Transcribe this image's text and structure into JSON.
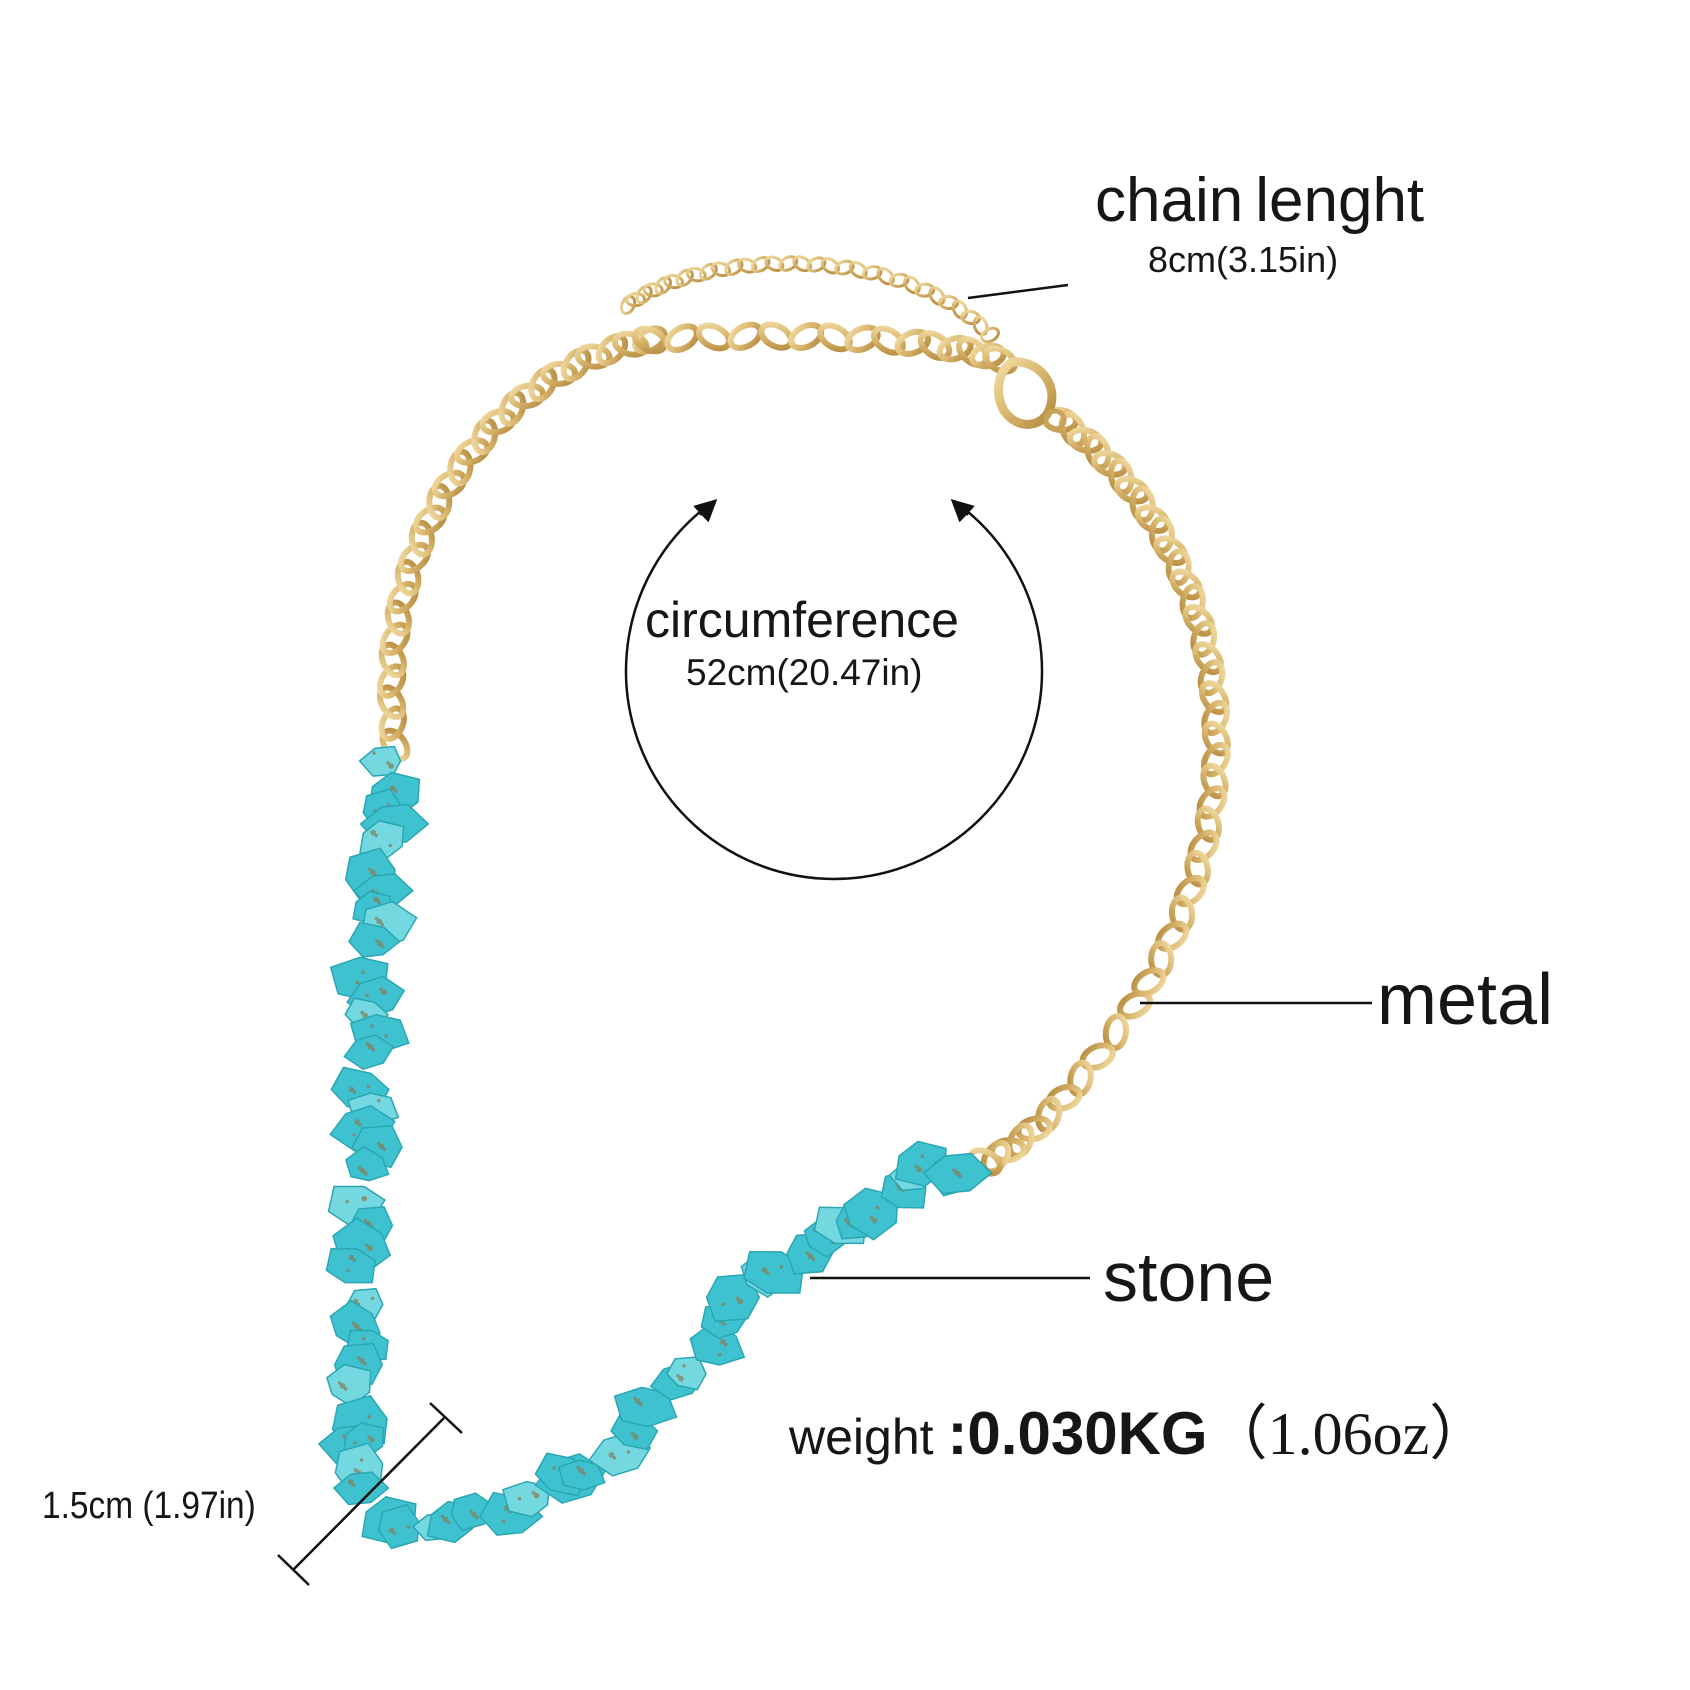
{
  "labels": {
    "chain_word1": "chain",
    "chain_word2": "lenght",
    "chain_value": "8cm(3.15in)",
    "circumference": "circumference",
    "circumference_value": "52cm(20.47in)",
    "metal": "metal",
    "stone": "stone",
    "weight_label": "weight",
    "weight_value": ":0.030KG",
    "weight_oz": "（1.06oz）",
    "size": "1.5cm (1.97in)"
  },
  "colors": {
    "gold": "#d8b56c",
    "gold_dark": "#b48a3e",
    "turquoise": "#3fc2cf",
    "turquoise_light": "#74d8e0",
    "matrix": "#8a7a55",
    "text": "#161616"
  }
}
